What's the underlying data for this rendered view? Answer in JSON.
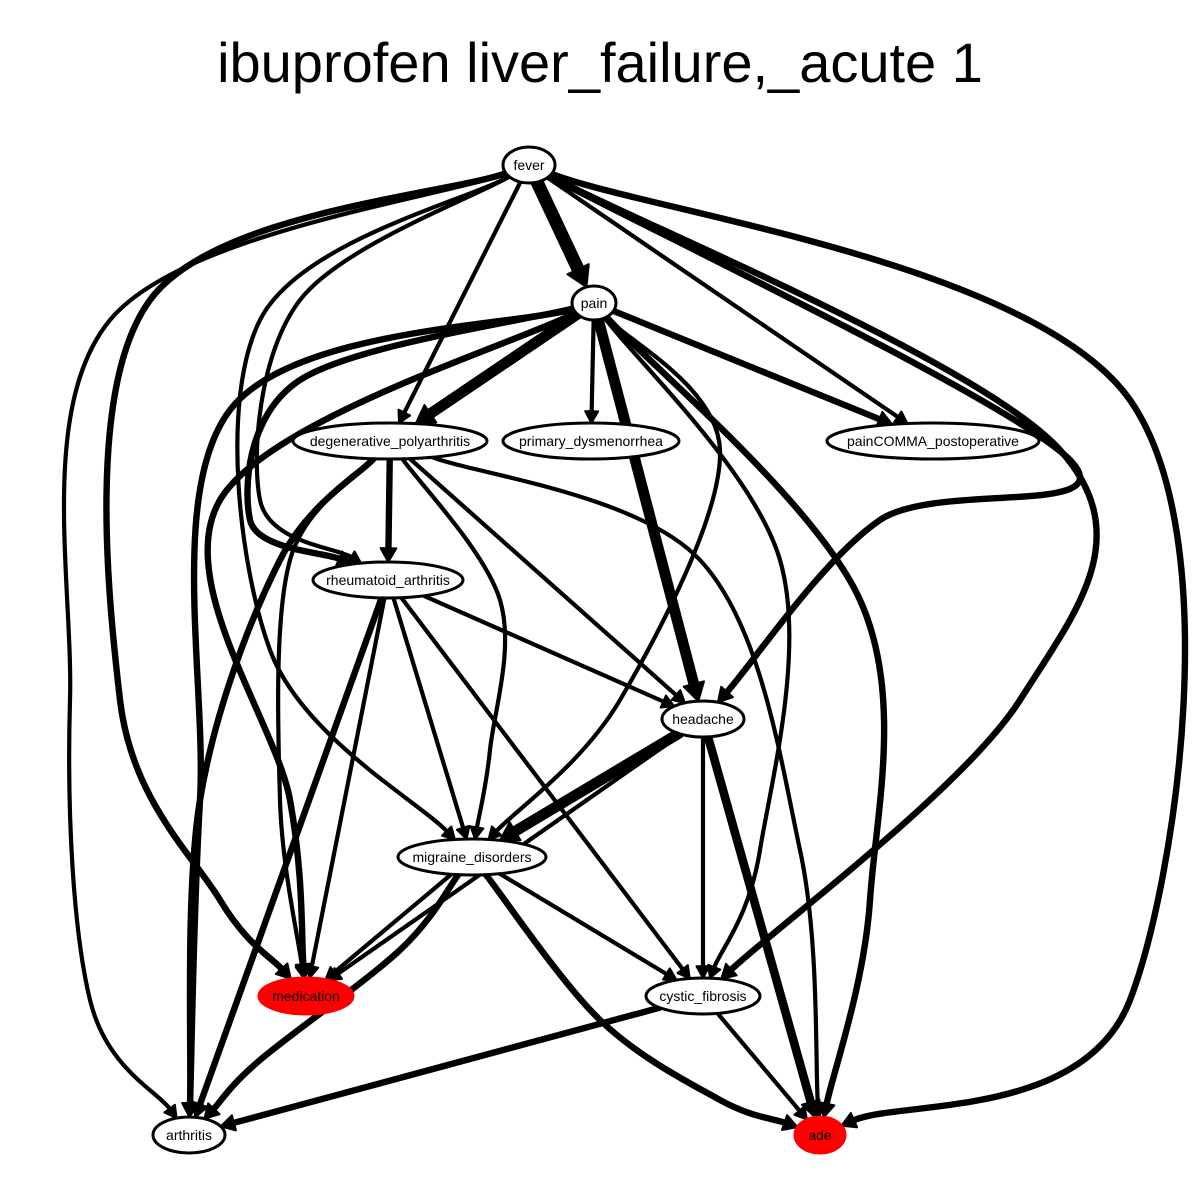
{
  "title": "ibuprofen liver_failure,_acute 1",
  "colors": {
    "highlight": "#ff0000",
    "normal_fill": "#ffffff",
    "stroke": "#000000"
  },
  "nodes": [
    {
      "id": "fever",
      "label": "fever",
      "highlight": false
    },
    {
      "id": "pain",
      "label": "pain",
      "highlight": false
    },
    {
      "id": "degenerative_polyarthritis",
      "label": "degenerative_polyarthritis",
      "highlight": false
    },
    {
      "id": "primary_dysmenorrhea",
      "label": "primary_dysmenorrhea",
      "highlight": false
    },
    {
      "id": "painCOMMA_postoperative",
      "label": "painCOMMA_postoperative",
      "highlight": false
    },
    {
      "id": "rheumatoid_arthritis",
      "label": "rheumatoid_arthritis",
      "highlight": false
    },
    {
      "id": "headache",
      "label": "headache",
      "highlight": false
    },
    {
      "id": "migraine_disorders",
      "label": "migraine_disorders",
      "highlight": false
    },
    {
      "id": "medication",
      "label": "medication",
      "highlight": true
    },
    {
      "id": "cystic_fibrosis",
      "label": "cystic_fibrosis",
      "highlight": false
    },
    {
      "id": "arthritis",
      "label": "arthritis",
      "highlight": false
    },
    {
      "id": "ade",
      "label": "ade",
      "highlight": true
    }
  ],
  "edges": [
    {
      "from": "fever",
      "to": "pain",
      "weight": 5
    },
    {
      "from": "fever",
      "to": "degenerative_polyarthritis",
      "weight": 1
    },
    {
      "from": "fever",
      "to": "painCOMMA_postoperative",
      "weight": 1
    },
    {
      "from": "fever",
      "to": "rheumatoid_arthritis",
      "weight": 1
    },
    {
      "from": "fever",
      "to": "migraine_disorders",
      "weight": 1
    },
    {
      "from": "fever",
      "to": "headache",
      "weight": 2
    },
    {
      "from": "fever",
      "to": "cystic_fibrosis",
      "weight": 2
    },
    {
      "from": "fever",
      "to": "arthritis",
      "weight": 1
    },
    {
      "from": "fever",
      "to": "medication",
      "weight": 2
    },
    {
      "from": "fever",
      "to": "ade",
      "weight": 2
    },
    {
      "from": "pain",
      "to": "degenerative_polyarthritis",
      "weight": 4
    },
    {
      "from": "pain",
      "to": "primary_dysmenorrhea",
      "weight": 1
    },
    {
      "from": "pain",
      "to": "painCOMMA_postoperative",
      "weight": 2
    },
    {
      "from": "pain",
      "to": "rheumatoid_arthritis",
      "weight": 2
    },
    {
      "from": "pain",
      "to": "headache",
      "weight": 4
    },
    {
      "from": "pain",
      "to": "migraine_disorders",
      "weight": 1
    },
    {
      "from": "pain",
      "to": "cystic_fibrosis",
      "weight": 1
    },
    {
      "from": "pain",
      "to": "arthritis",
      "weight": 2
    },
    {
      "from": "pain",
      "to": "medication",
      "weight": 2
    },
    {
      "from": "pain",
      "to": "ade",
      "weight": 2
    },
    {
      "from": "degenerative_polyarthritis",
      "to": "rheumatoid_arthritis",
      "weight": 2
    },
    {
      "from": "degenerative_polyarthritis",
      "to": "headache",
      "weight": 1
    },
    {
      "from": "degenerative_polyarthritis",
      "to": "migraine_disorders",
      "weight": 1
    },
    {
      "from": "degenerative_polyarthritis",
      "to": "arthritis",
      "weight": 2
    },
    {
      "from": "degenerative_polyarthritis",
      "to": "medication",
      "weight": 1
    },
    {
      "from": "degenerative_polyarthritis",
      "to": "ade",
      "weight": 1
    },
    {
      "from": "rheumatoid_arthritis",
      "to": "headache",
      "weight": 1
    },
    {
      "from": "rheumatoid_arthritis",
      "to": "migraine_disorders",
      "weight": 1
    },
    {
      "from": "rheumatoid_arthritis",
      "to": "medication",
      "weight": 1
    },
    {
      "from": "rheumatoid_arthritis",
      "to": "arthritis",
      "weight": 2
    },
    {
      "from": "rheumatoid_arthritis",
      "to": "cystic_fibrosis",
      "weight": 1
    },
    {
      "from": "headache",
      "to": "migraine_disorders",
      "weight": 4
    },
    {
      "from": "headache",
      "to": "medication",
      "weight": 1
    },
    {
      "from": "headache",
      "to": "cystic_fibrosis",
      "weight": 1
    },
    {
      "from": "headache",
      "to": "ade",
      "weight": 3
    },
    {
      "from": "migraine_disorders",
      "to": "medication",
      "weight": 1
    },
    {
      "from": "migraine_disorders",
      "to": "cystic_fibrosis",
      "weight": 1
    },
    {
      "from": "migraine_disorders",
      "to": "arthritis",
      "weight": 2
    },
    {
      "from": "migraine_disorders",
      "to": "ade",
      "weight": 2
    },
    {
      "from": "cystic_fibrosis",
      "to": "arthritis",
      "weight": 2
    },
    {
      "from": "cystic_fibrosis",
      "to": "ade",
      "weight": 1
    }
  ]
}
